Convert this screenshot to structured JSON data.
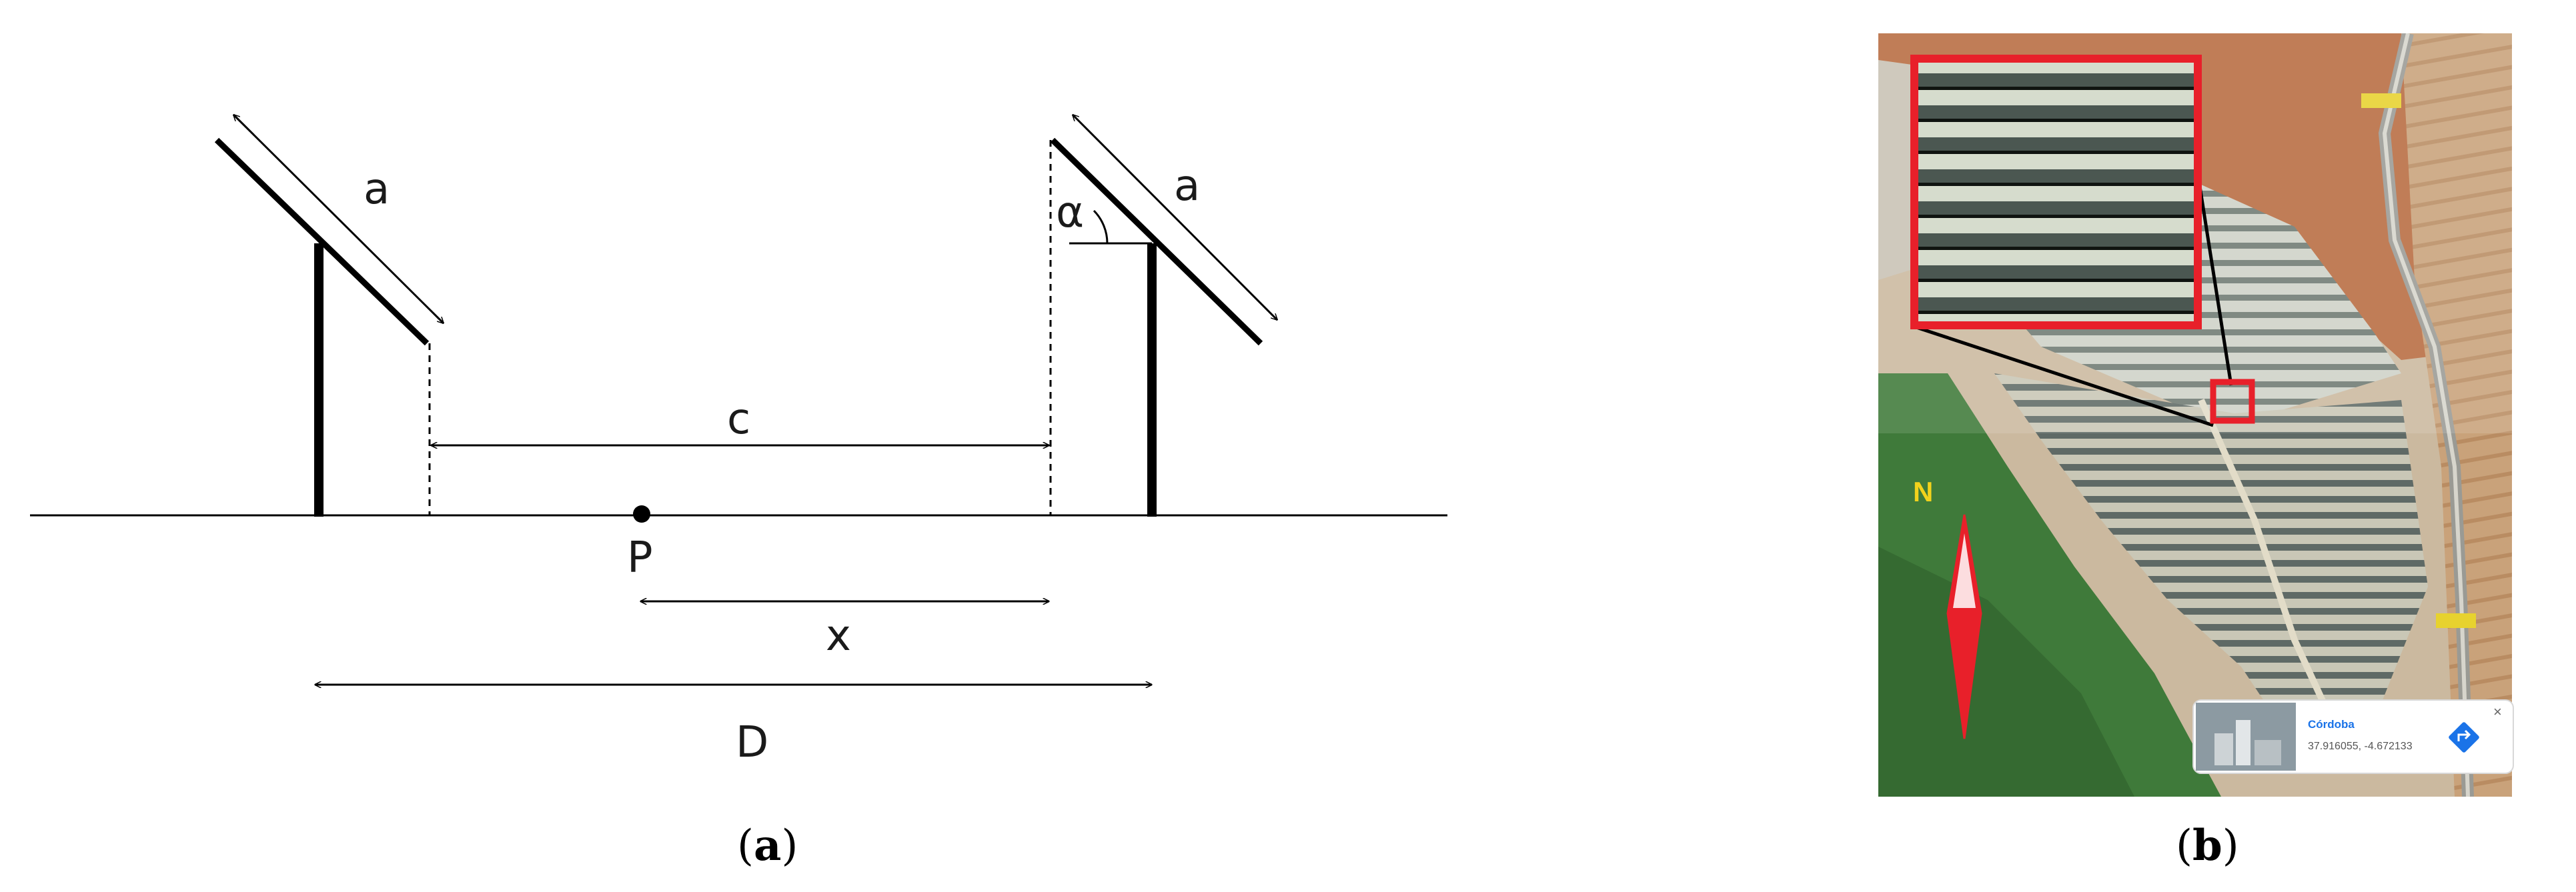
{
  "panel_a": {
    "caption_open": "(",
    "caption_letter": "a",
    "caption_close": ")",
    "label_a_left": "a",
    "label_a_right": "a",
    "label_alpha": "α",
    "label_c": "c",
    "label_p": "P",
    "label_x": "x",
    "label_d": "D"
  },
  "panel_b": {
    "caption_open": "(",
    "caption_letter": "b",
    "caption_close": ")",
    "north_label": "N",
    "info_card": {
      "title": "Córdoba",
      "coords": "37.916055, -4.672133",
      "close_glyph": "×"
    },
    "colors": {
      "highlight_red": "#e8202a",
      "map_green": "#3f7a3a",
      "map_soil": "#b5653c",
      "info_title_blue": "#1a73e8"
    }
  }
}
